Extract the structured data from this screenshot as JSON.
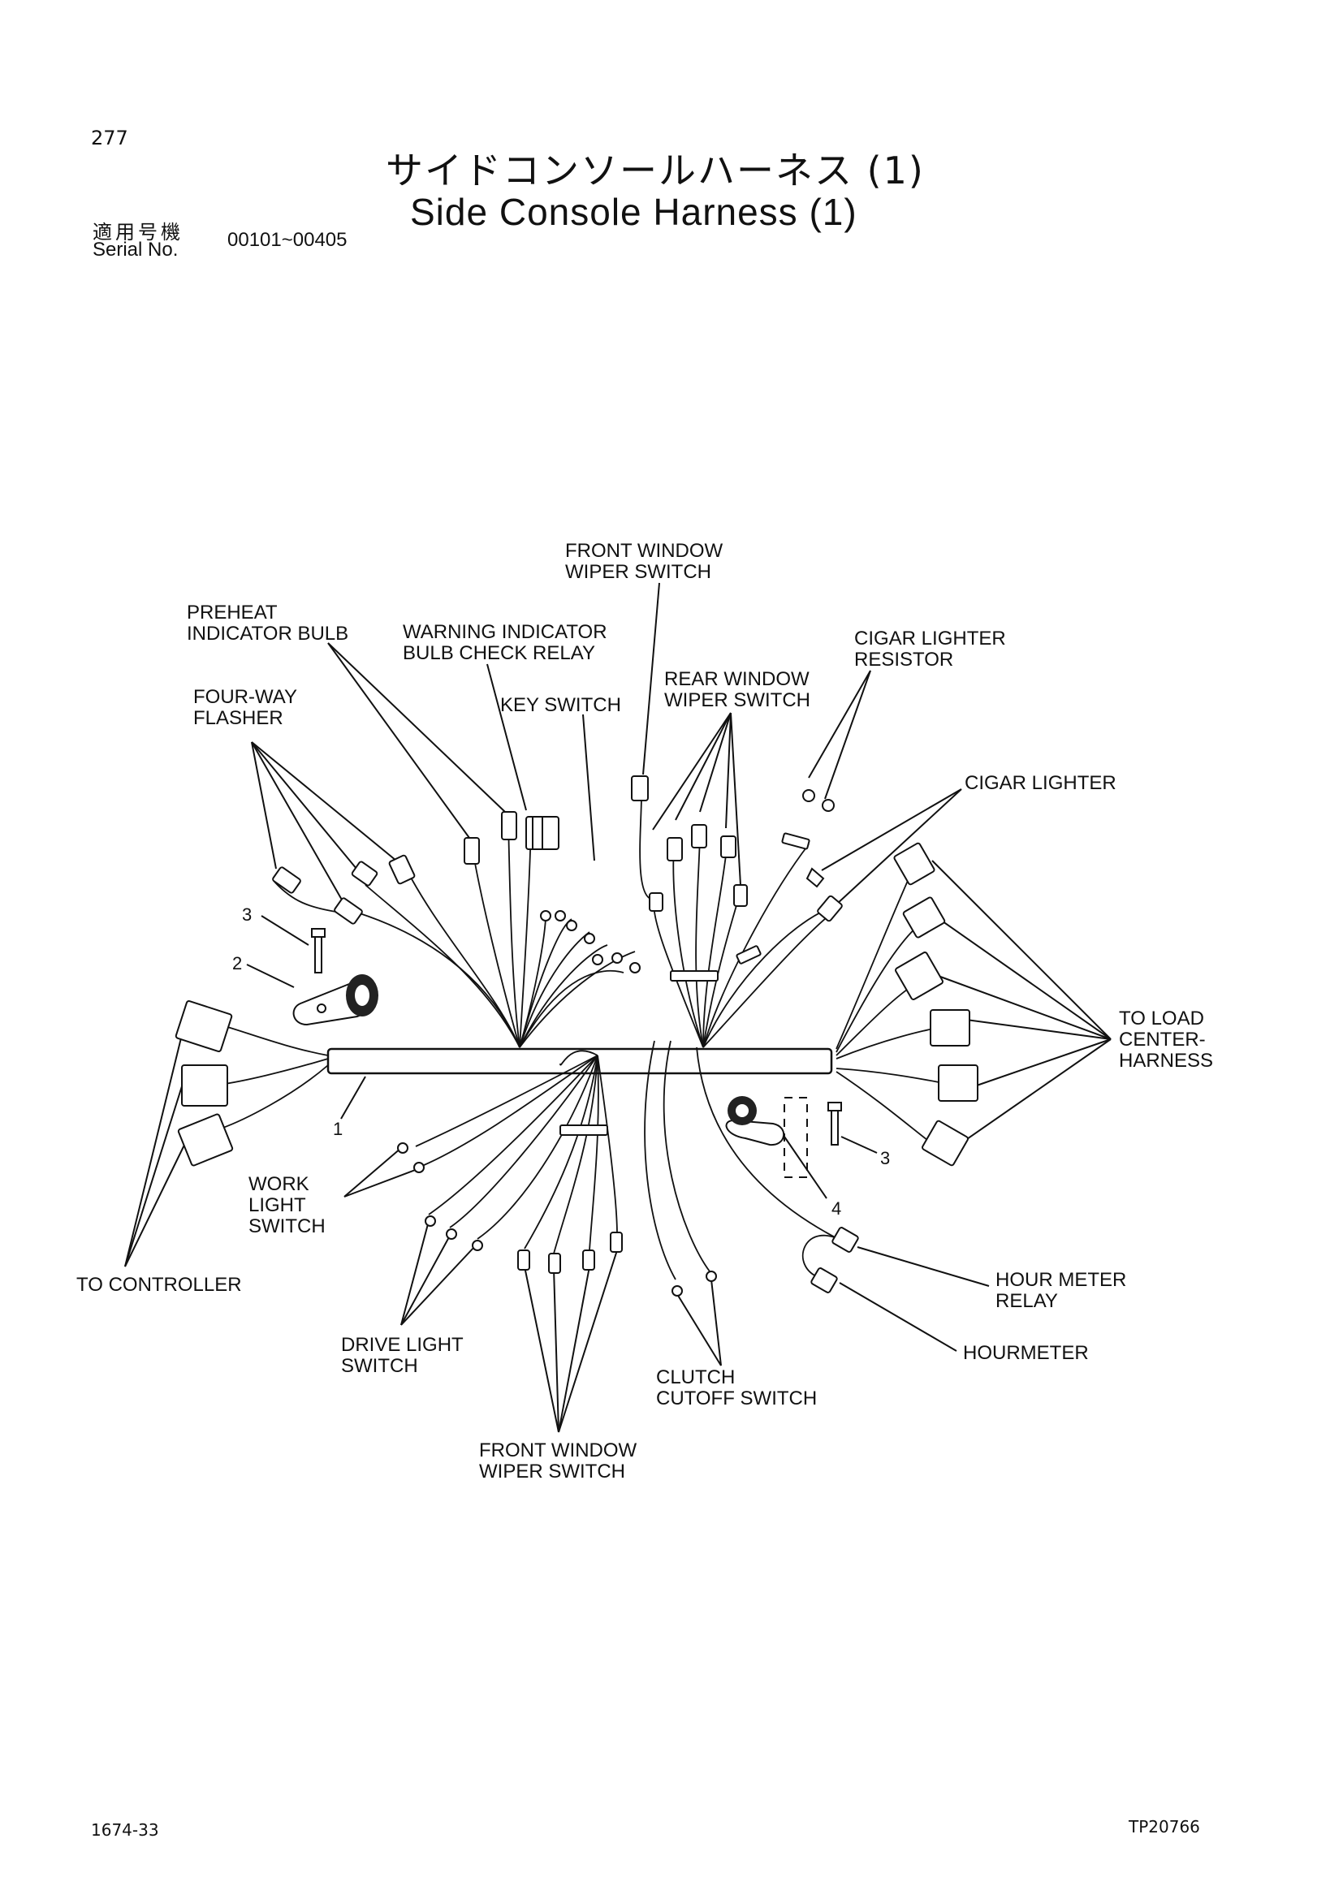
{
  "header": {
    "page_number": "277",
    "title_jp": "サイドコンソールハーネス (1)",
    "title_en": "Side Console Harness (1)",
    "serial_label_jp": "適用号機",
    "serial_label_en": "Serial No.",
    "serial_range": "00101~00405"
  },
  "labels": {
    "front_window_wiper_top_1": "FRONT WINDOW",
    "front_window_wiper_top_2": "WIPER SWITCH",
    "preheat_1": "PREHEAT",
    "preheat_2": "INDICATOR BULB",
    "warning_1": "WARNING INDICATOR",
    "warning_2": "BULB CHECK RELAY",
    "cigar_resistor_1": "CIGAR LIGHTER",
    "cigar_resistor_2": "RESISTOR",
    "four_way_1": "FOUR-WAY",
    "four_way_2": "FLASHER",
    "key_switch": "KEY SWITCH",
    "rear_wiper_1": "REAR WINDOW",
    "rear_wiper_2": "WIPER SWITCH",
    "cigar_lighter": "CIGAR LIGHTER",
    "to_load_1": "TO LOAD",
    "to_load_2": "CENTER-",
    "to_load_3": "HARNESS",
    "work_light_1": "WORK",
    "work_light_2": "LIGHT",
    "work_light_3": "SWITCH",
    "to_controller": "TO CONTROLLER",
    "drive_light_1": "DRIVE LIGHT",
    "drive_light_2": "SWITCH",
    "hour_meter_relay_1": "HOUR METER",
    "hour_meter_relay_2": "RELAY",
    "hourmeter": "HOURMETER",
    "clutch_1": "CLUTCH",
    "clutch_2": "CUTOFF SWITCH",
    "front_window_wiper_bottom_1": "FRONT WINDOW",
    "front_window_wiper_bottom_2": "WIPER SWITCH"
  },
  "part_numbers": {
    "p1": "1",
    "p2": "2",
    "p3_left": "3",
    "p3_right": "3",
    "p4": "4"
  },
  "footer": {
    "left": "1674-33",
    "right": "TP20766"
  }
}
